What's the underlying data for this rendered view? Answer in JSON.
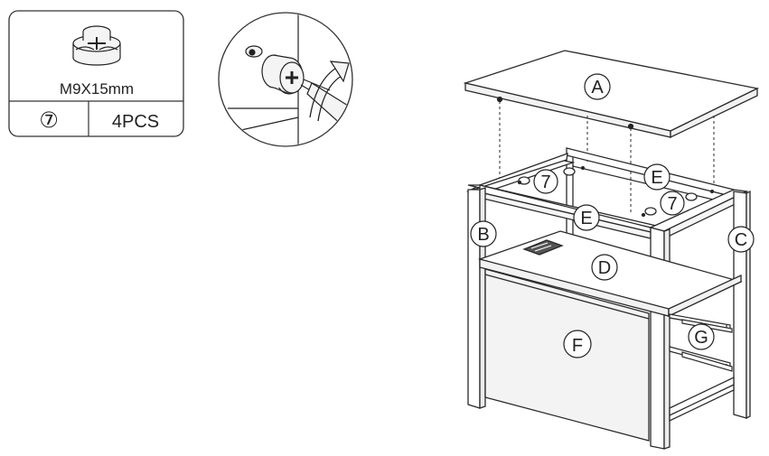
{
  "part_box": {
    "size": "M9X15mm",
    "item_number": "⑦",
    "quantity": "4PCS"
  },
  "labels": {
    "A": "A",
    "B": "B",
    "C": "C",
    "D": "D",
    "E": "E",
    "F": "F",
    "G": "G",
    "seven": "7"
  },
  "colors": {
    "line": "#2a2a2a",
    "panel_fill": "#ececec",
    "body_fill": "#f3f3f3"
  }
}
